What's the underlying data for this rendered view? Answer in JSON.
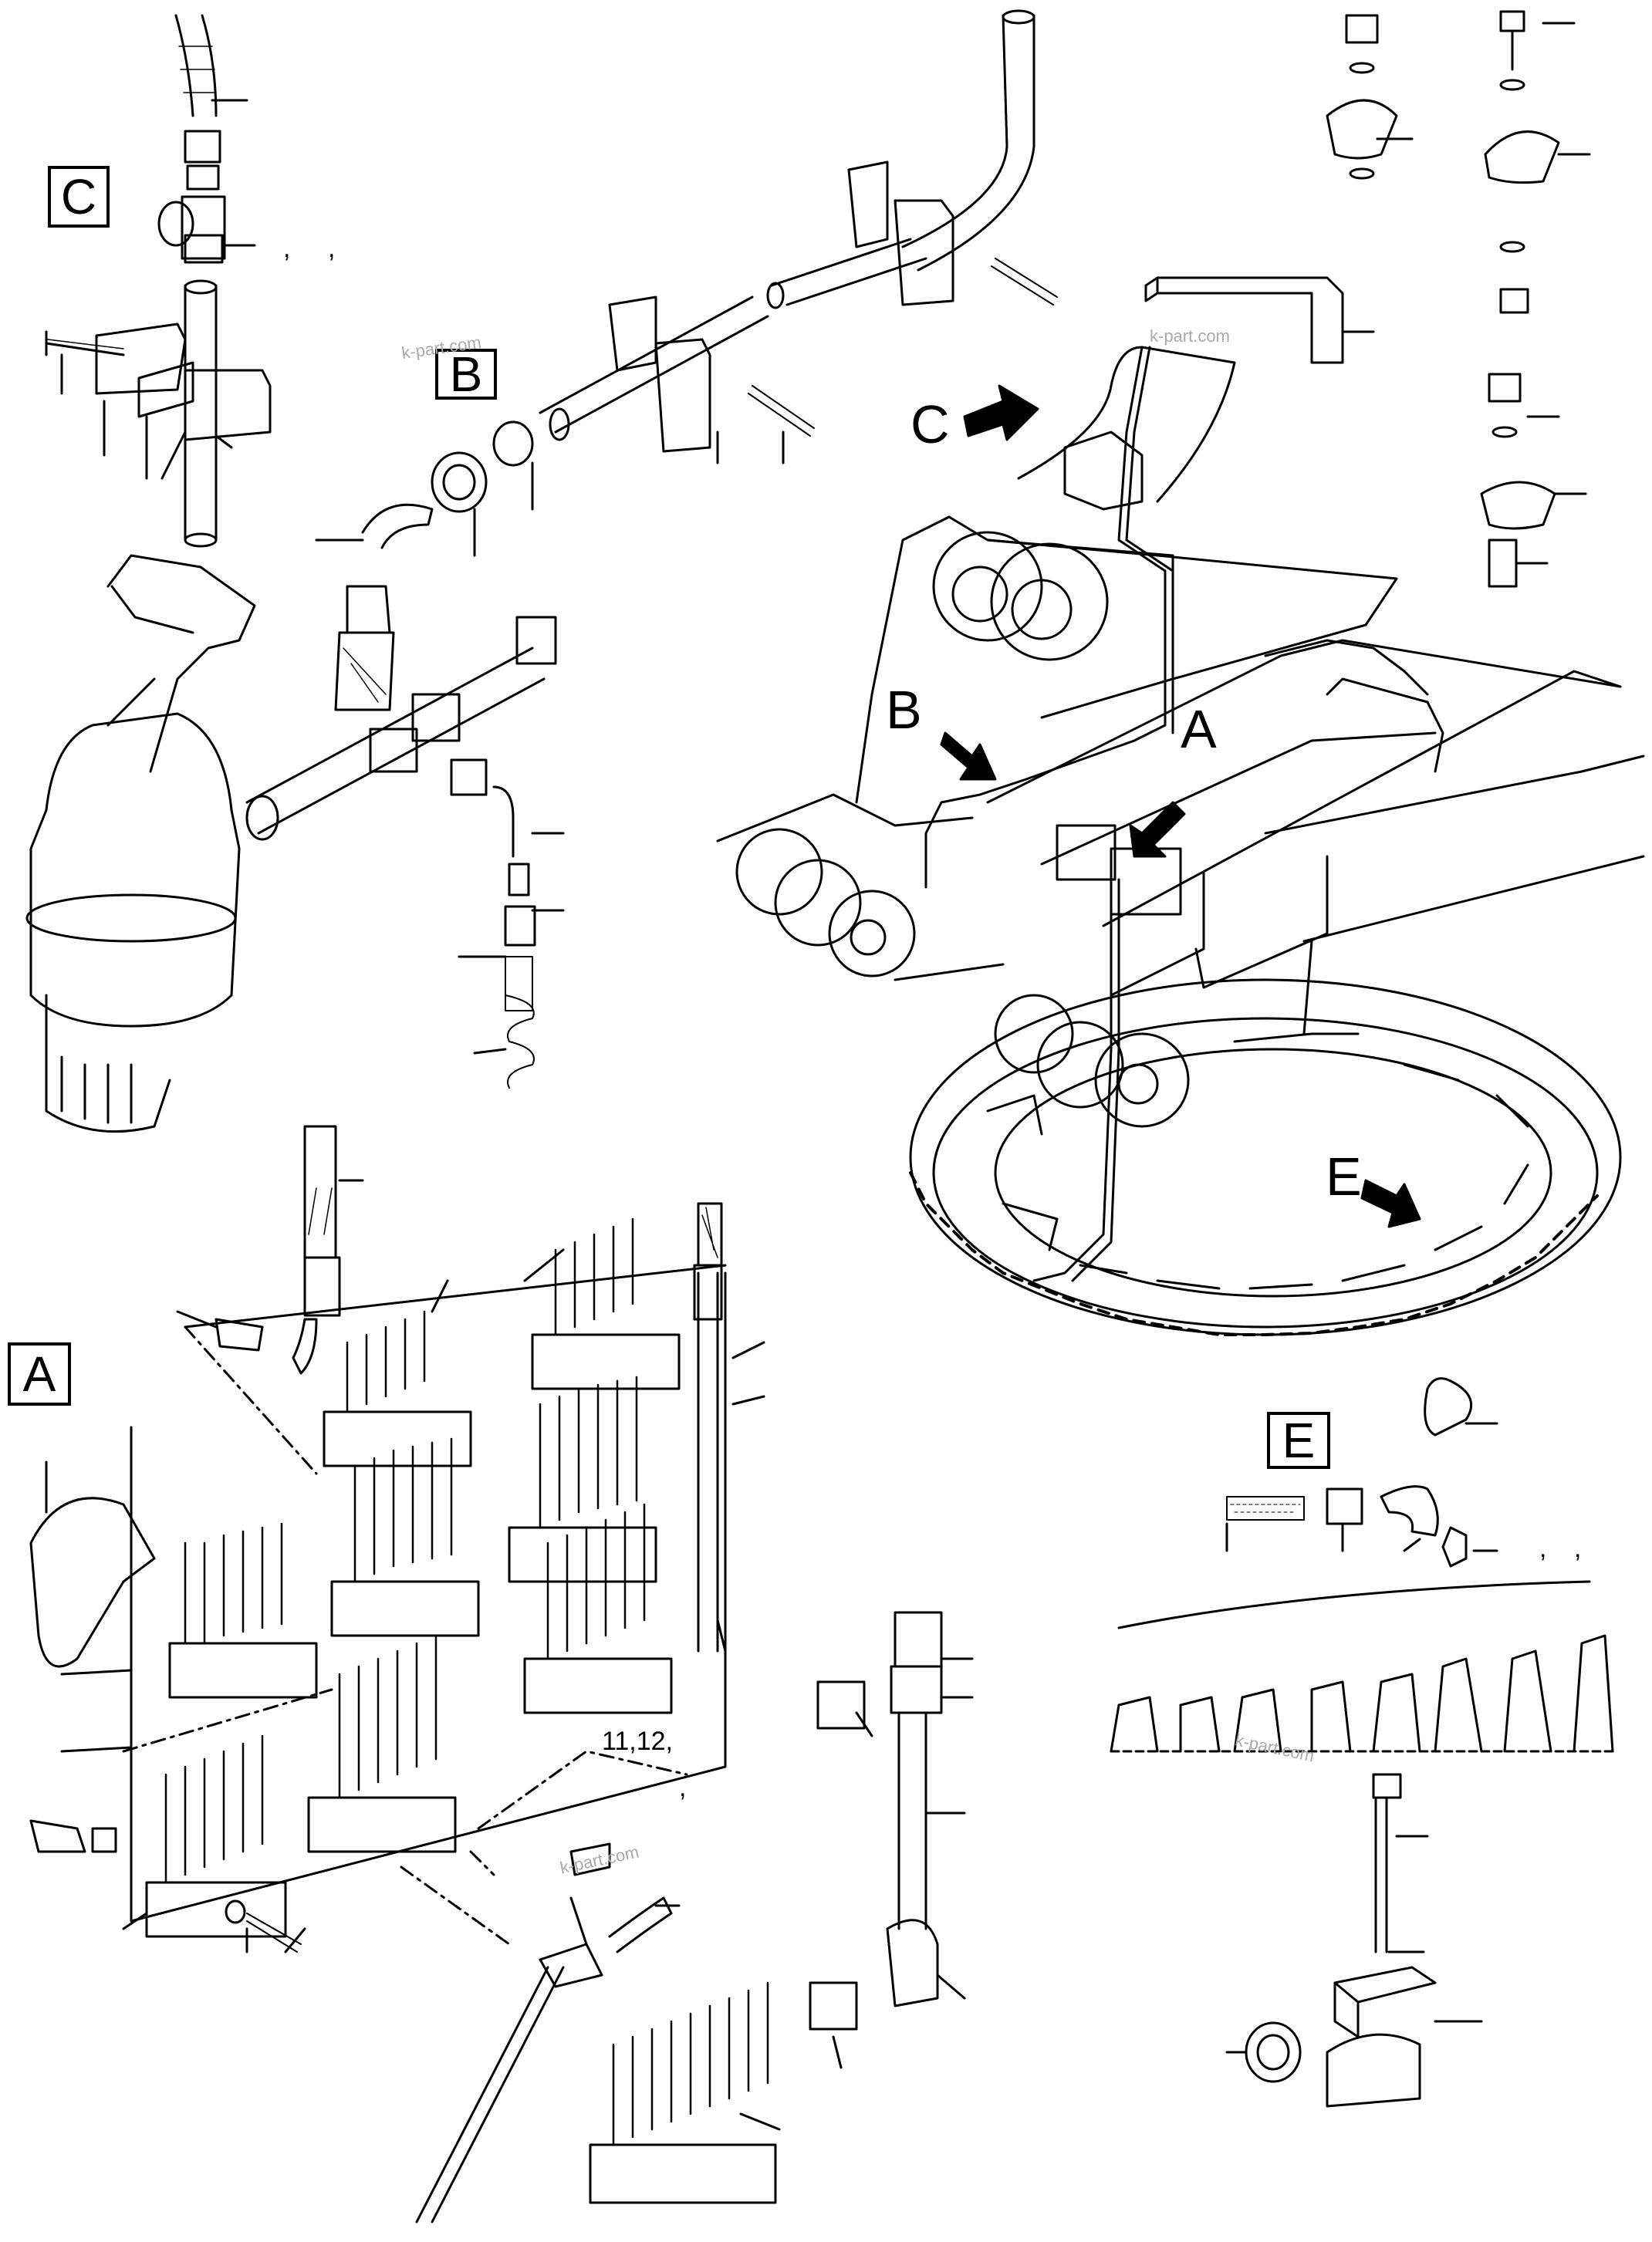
{
  "detail_labels": {
    "a": "A",
    "b": "B",
    "c": "C",
    "e": "E"
  },
  "arrow_labels": {
    "a": "A",
    "b": "B",
    "c": "C",
    "e": "E"
  },
  "watermark": "k-part.com",
  "callouts": {
    "item_11_12": "11,12,"
  },
  "colors": {
    "line": "#000000",
    "background": "#ffffff",
    "watermark": "#aaaaaa"
  }
}
